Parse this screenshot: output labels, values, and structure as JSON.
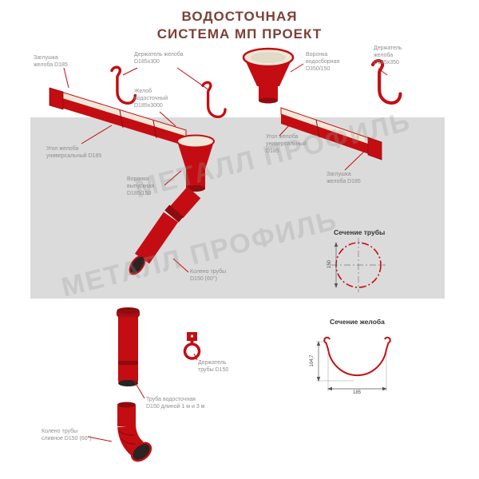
{
  "title": {
    "line1": "ВОДОСТОЧНАЯ",
    "line2": "СИСТЕМА МП ПРОЕКТ"
  },
  "watermark": {
    "text": "МЕТАЛЛ ПРОФИЛЬ"
  },
  "labels": {
    "cap_left": "Заглушка\nжелоба D185",
    "bracket_left": "Держатель желоба\nD185x300",
    "funnel_collector": "Воронка\nводосборная\nD350/150",
    "bracket_right": "Держатель\nжелоба\nD185x350",
    "gutter": "Желоб\nводосточный\nD185x3000",
    "corner_left": "Угол желоба\nуниверсальный D185",
    "corner_right": "Угол желоба\nуниверсальный\nD185",
    "cap_right": "Заглушка\nжелоба D185",
    "funnel_outlet": "Воронка\nвыпускная\nD185/150",
    "elbow": "Колено трубы\nD150 (60°)",
    "pipe_bracket": "Держатель\nтрубы D150",
    "pipe": "Труба водосточная\nD150 длиной 1 м и 3 м",
    "elbow_drain": "Колено трубы\nсливное D150 (60°)"
  },
  "section_titles": {
    "pipe": "Сечение трубы",
    "gutter": "Сечение желоба"
  },
  "dimensions": {
    "pipe_diameter": "150",
    "gutter_width": "185",
    "gutter_depth": "104,7"
  },
  "colors": {
    "accent_red": "#C40D12",
    "dark_red": "#8E0B0E",
    "title_brown": "#7C4037",
    "roof_gray": "#DBDBDB",
    "inner_cream": "#EFE8D8",
    "opening_dark": "#2B2425"
  }
}
